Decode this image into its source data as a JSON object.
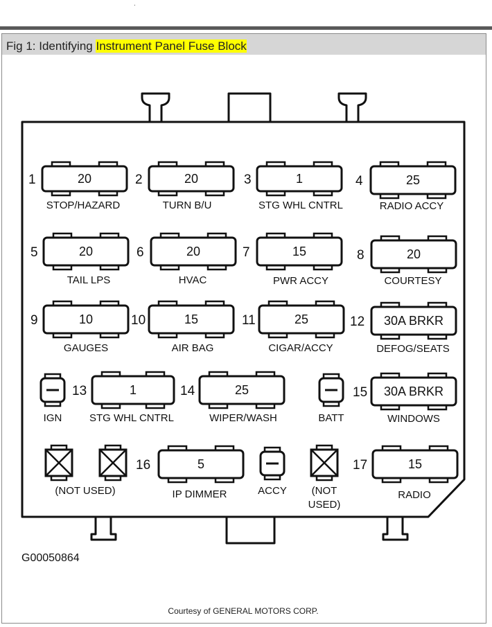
{
  "header": {
    "prefix": "Fig 1: Identifying ",
    "highlight": "Instrument Panel Fuse Block",
    "highlight_color": "#ffff00"
  },
  "fuses": [
    {
      "num": "1",
      "value": "20",
      "label": "STOP/HAZARD"
    },
    {
      "num": "2",
      "value": "20",
      "label": "TURN B/U"
    },
    {
      "num": "3",
      "value": "1",
      "label": "STG WHL CNTRL"
    },
    {
      "num": "4",
      "value": "25",
      "label": "RADIO ACCY"
    },
    {
      "num": "5",
      "value": "20",
      "label": "TAIL LPS"
    },
    {
      "num": "6",
      "value": "20",
      "label": "HVAC"
    },
    {
      "num": "7",
      "value": "15",
      "label": "PWR ACCY"
    },
    {
      "num": "8",
      "value": "20",
      "label": "COURTESY"
    },
    {
      "num": "9",
      "value": "10",
      "label": "GAUGES"
    },
    {
      "num": "10",
      "value": "15",
      "label": "AIR BAG"
    },
    {
      "num": "11",
      "value": "25",
      "label": "CIGAR/ACCY"
    },
    {
      "num": "12",
      "value": "30A BRKR",
      "label": "DEFOG/SEATS"
    },
    {
      "num": "13",
      "value": "1",
      "label": "STG WHL CNTRL"
    },
    {
      "num": "14",
      "value": "25",
      "label": "WIPER/WASH"
    },
    {
      "num": "15",
      "value": "30A BRKR",
      "label": "WINDOWS"
    },
    {
      "num": "16",
      "value": "5",
      "label": "IP DIMMER"
    },
    {
      "num": "17",
      "value": "15",
      "label": "RADIO"
    }
  ],
  "small_terminals": {
    "ign": "IGN",
    "batt": "BATT",
    "accy": "ACCY"
  },
  "not_used": {
    "left": "(NOT USED)",
    "right_line1": "(NOT",
    "right_line2": "USED)"
  },
  "figure_code": "G00050864",
  "courtesy": "Courtesy of GENERAL MOTORS CORP."
}
